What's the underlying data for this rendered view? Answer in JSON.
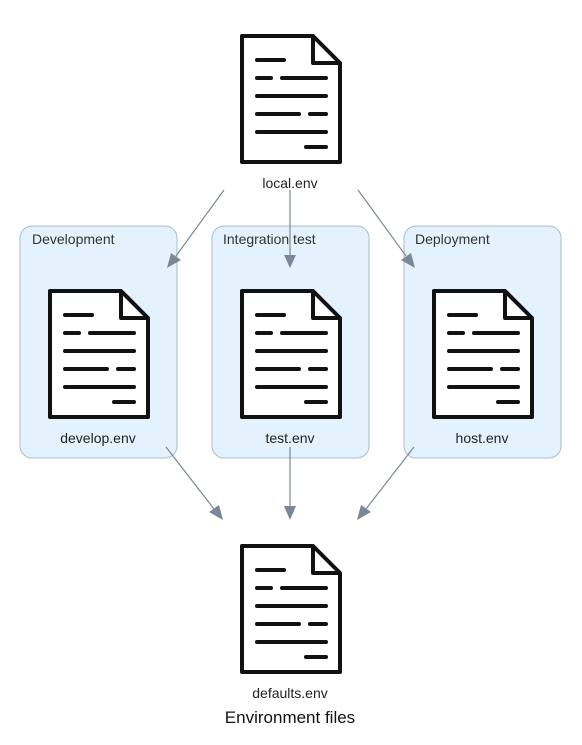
{
  "diagram": {
    "caption": "Environment files",
    "clusters": [
      {
        "id": "development",
        "label": "Development"
      },
      {
        "id": "integration",
        "label": "Integration test"
      },
      {
        "id": "deployment",
        "label": "Deployment"
      }
    ],
    "nodes": {
      "local": {
        "label": "local.env",
        "icon": "document-icon"
      },
      "develop": {
        "label": "develop.env",
        "icon": "document-icon"
      },
      "test": {
        "label": "test.env",
        "icon": "document-icon"
      },
      "host": {
        "label": "host.env",
        "icon": "document-icon"
      },
      "defaults": {
        "label": "defaults.env",
        "icon": "document-icon"
      }
    },
    "edges": [
      {
        "from": "local",
        "to": "develop"
      },
      {
        "from": "local",
        "to": "test"
      },
      {
        "from": "local",
        "to": "host"
      },
      {
        "from": "develop",
        "to": "defaults"
      },
      {
        "from": "test",
        "to": "defaults"
      },
      {
        "from": "host",
        "to": "defaults"
      }
    ],
    "colors": {
      "cluster_fill": "#e3f2fc",
      "cluster_border": "#a8bdcc",
      "edge": "#7a8896",
      "icon": "#111111"
    }
  }
}
